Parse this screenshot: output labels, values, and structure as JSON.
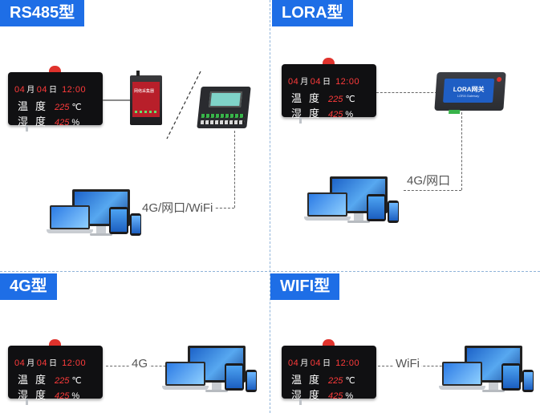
{
  "panels": {
    "rs485": {
      "title": "RS485型",
      "link_label": "4G/网口/WiFi"
    },
    "lora": {
      "title": "LORA型",
      "link_label": "4G/网口",
      "gateway_name": "LORA网关",
      "gateway_sub": "LORA Gateway"
    },
    "g4": {
      "title": "4G型",
      "link_label": "4G"
    },
    "wifi": {
      "title": "WIFI型",
      "link_label": "WiFi"
    }
  },
  "display": {
    "month": "04",
    "month_unit": "月",
    "day": "04",
    "day_unit": "日",
    "time": "12:00",
    "temp_label": "温度",
    "temp_value": "225",
    "temp_unit": "℃",
    "hum_label": "湿度",
    "hum_value": "425",
    "hum_unit": "%"
  },
  "modem_label": "网络采集器"
}
